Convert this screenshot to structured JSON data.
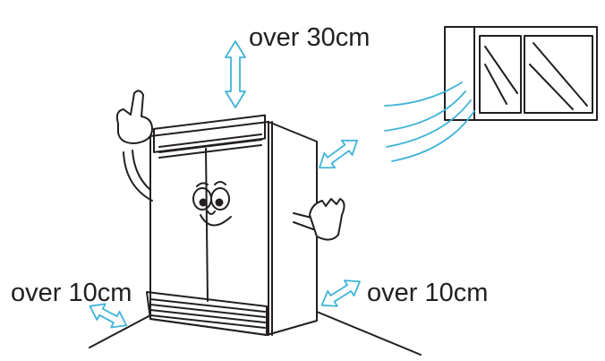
{
  "labels": {
    "top_clearance": "over 30cm",
    "left_clearance": "over 10cm",
    "right_clearance": "over 10cm"
  },
  "colors": {
    "line": "#231f20",
    "arrow": "#3fb3d8",
    "background": "#ffffff"
  }
}
